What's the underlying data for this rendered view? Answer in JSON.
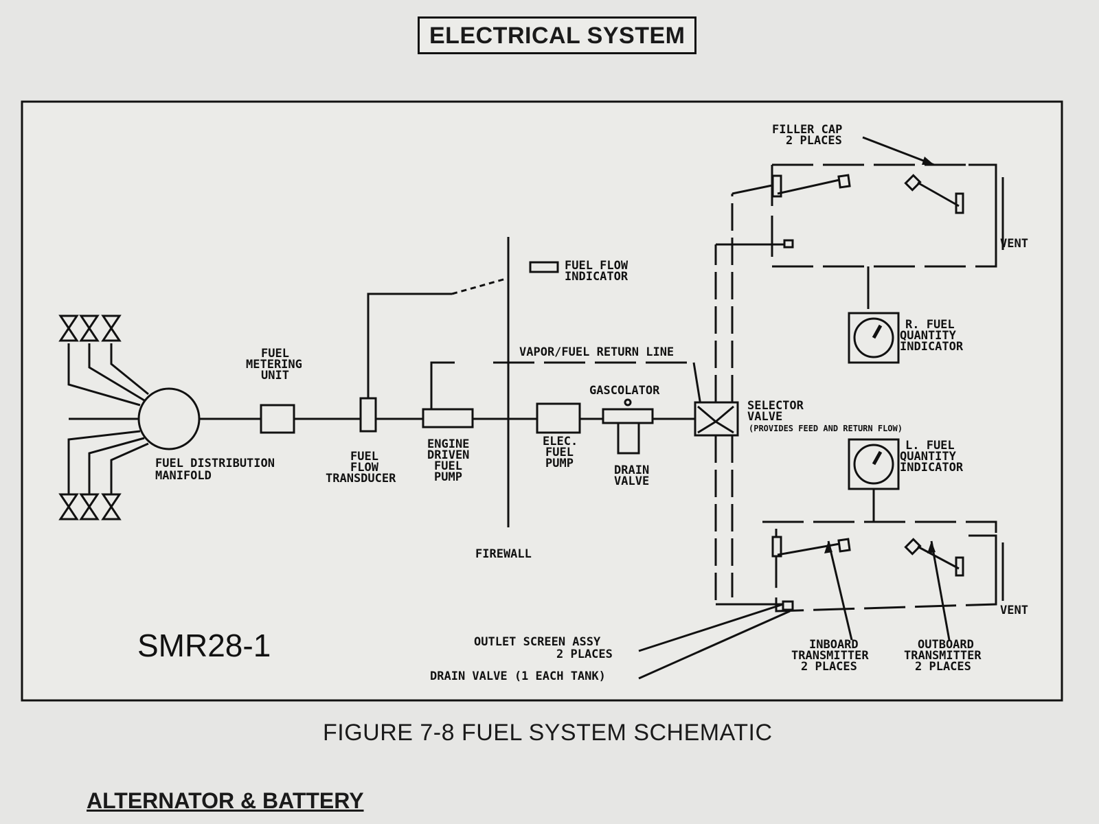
{
  "header": {
    "title": "ELECTRICAL SYSTEM"
  },
  "figure": {
    "id": "SMR28-1",
    "caption": "FIGURE 7-8  FUEL SYSTEM SCHEMATIC"
  },
  "labels": {
    "filler_cap": [
      "FILLER CAP",
      "2 PLACES"
    ],
    "vent_top": "VENT",
    "vent_bottom": "VENT",
    "fuel_flow_indicator": [
      "FUEL FLOW",
      "INDICATOR"
    ],
    "r_fuel_qty": [
      "R. FUEL",
      "QUANTITY",
      "INDICATOR"
    ],
    "l_fuel_qty": [
      "L. FUEL",
      "QUANTITY",
      "INDICATOR"
    ],
    "vapor_return": "VAPOR/FUEL RETURN LINE",
    "fuel_metering_unit": [
      "FUEL",
      "METERING",
      "UNIT"
    ],
    "gascolator": "GASCOLATOR",
    "selector_valve": [
      "SELECTOR",
      "VALVE",
      "(PROVIDES FEED AND RETURN FLOW)"
    ],
    "fuel_distribution_manifold": [
      "FUEL DISTRIBUTION",
      "MANIFOLD"
    ],
    "fuel_flow_transducer": [
      "FUEL",
      "FLOW",
      "TRANSDUCER"
    ],
    "engine_driven_pump": [
      "ENGINE",
      "DRIVEN",
      "FUEL",
      "PUMP"
    ],
    "elec_fuel_pump": [
      "ELEC.",
      "FUEL",
      "PUMP"
    ],
    "drain_valve_gasc": [
      "DRAIN",
      "VALVE"
    ],
    "firewall": "FIREWALL",
    "outlet_screen": [
      "OUTLET SCREEN ASSY",
      "2 PLACES"
    ],
    "drain_valve_tank": "DRAIN VALVE (1 EACH TANK)",
    "inboard_transmitter": [
      "INBOARD",
      "TRANSMITTER",
      "2 PLACES"
    ],
    "outboard_transmitter": [
      "OUTBOARD",
      "TRANSMITTER",
      "2 PLACES"
    ]
  },
  "section": {
    "heading": "ALTERNATOR & BATTERY"
  }
}
